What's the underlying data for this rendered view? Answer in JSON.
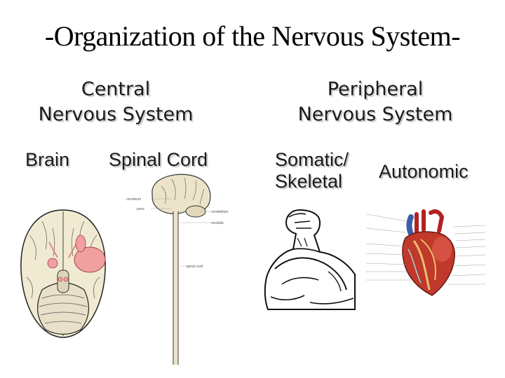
{
  "title": "-Organization of the Nervous System-",
  "central": {
    "heading_line1": "Central",
    "heading_line2": "Nervous System",
    "brain_label": "Brain",
    "spinal_label": "Spinal Cord"
  },
  "peripheral": {
    "heading_line1": "Peripheral",
    "heading_line2": "Nervous System",
    "somatic_line1": "Somatic/",
    "somatic_line2": "Skeletal",
    "autonomic_label": "Autonomic"
  },
  "spinal_diagram": {
    "labels": [
      "cerebrum",
      "pons",
      "cerebellum",
      "medulla",
      "spinal cord"
    ]
  },
  "colors": {
    "brain_fill": "#f1ead2",
    "highlight_pink": "#f0a0a0",
    "heart_red": "#c0392b"
  },
  "icons": [
    "brain-icon",
    "spinal-cord-icon",
    "muscle-arm-icon",
    "heart-icon"
  ]
}
